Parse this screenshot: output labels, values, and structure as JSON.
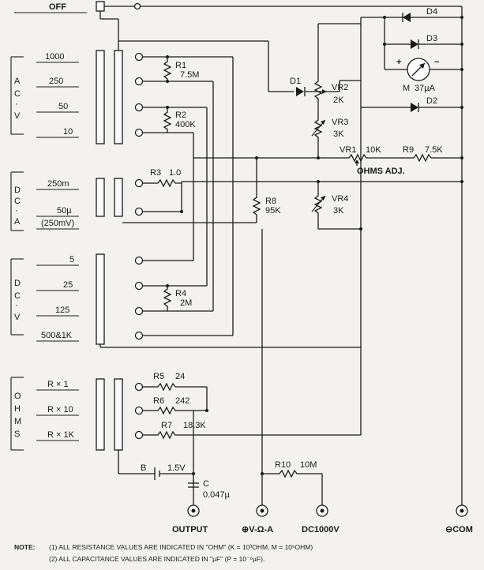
{
  "switches": {
    "off": "OFF"
  },
  "groups": {
    "acv": {
      "letters": [
        "A",
        "C",
        "·",
        "V"
      ],
      "ranges": [
        "1000",
        "250",
        "50",
        "10"
      ]
    },
    "dca": {
      "letters": [
        "D",
        "C",
        "·",
        "A"
      ],
      "ranges": [
        "250m",
        "50µ",
        "(250mV)"
      ]
    },
    "dcv": {
      "letters": [
        "D",
        "C",
        "·",
        "V"
      ],
      "ranges": [
        "5",
        "25",
        "125",
        "500&1K"
      ]
    },
    "ohms": {
      "letters": [
        "O",
        "H",
        "M",
        "S"
      ],
      "ranges": [
        "R × 1",
        "R × 10",
        "R × 1K"
      ]
    }
  },
  "components": {
    "r1": {
      "name": "R1",
      "value": "7.5M"
    },
    "r2": {
      "name": "R2",
      "value": "400K"
    },
    "r3": {
      "name": "R3",
      "value": "1.0"
    },
    "r4": {
      "name": "R4",
      "value": "2M"
    },
    "r5": {
      "name": "R5",
      "value": "24"
    },
    "r6": {
      "name": "R6",
      "value": "242"
    },
    "r7": {
      "name": "R7",
      "value": "18.3K"
    },
    "r8": {
      "name": "R8",
      "value": "95K"
    },
    "r9": {
      "name": "R9",
      "value": "7.5K"
    },
    "r10": {
      "name": "R10",
      "value": "10M"
    },
    "vr1": {
      "name": "VR1",
      "value": "10K"
    },
    "vr1_caption": "OHMS ADJ.",
    "vr2": {
      "name": "VR2",
      "value": "2K"
    },
    "vr3": {
      "name": "VR3",
      "value": "3K"
    },
    "vr4": {
      "name": "VR4",
      "value": "3K"
    },
    "d1": "D1",
    "d2": "D2",
    "d3": "D3",
    "d4": "D4",
    "meter": {
      "name": "M",
      "value": "37µA",
      "plus": "+",
      "minus": "−"
    },
    "battery": {
      "name": "B",
      "value": "1.5V"
    },
    "capacitor": {
      "name": "C",
      "value": "0.047µ"
    }
  },
  "terminals": {
    "output": "OUTPUT",
    "v_ohm_a": "⊕V-Ω-A",
    "dc1000v": "DC1000V",
    "com": "⊖COM"
  },
  "notes": {
    "label": "NOTE:",
    "lines": [
      "(1) ALL RESISTANCE VALUES ARE INDICATED IN \"OHM\" (K = 10³OHM, M = 10⁶OHM)",
      "(2) ALL CAPACITANCE VALUES ARE INDICATED IN \"µF\" (P = 10⁻⁶µF)."
    ]
  }
}
